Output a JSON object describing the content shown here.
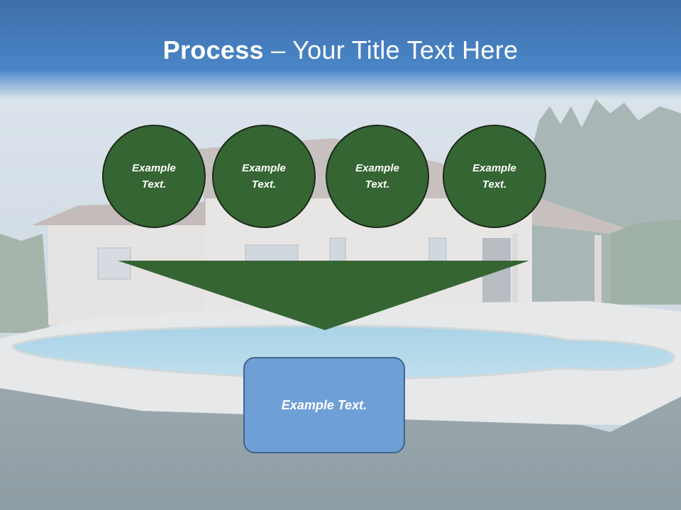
{
  "slide": {
    "title_bold": "Process",
    "title_rest": " – Your Title Text Here",
    "steps": [
      {
        "line1": "Example",
        "line2": "Text."
      },
      {
        "line1": "Example",
        "line2": "Text."
      },
      {
        "line1": "Example",
        "line2": "Text."
      },
      {
        "line1": "Example",
        "line2": "Text."
      }
    ],
    "result_label": "Example Text."
  },
  "colors": {
    "header_blue": "#4a86c8",
    "circle_green": "#356533",
    "result_blue": "#6e9fd6"
  }
}
